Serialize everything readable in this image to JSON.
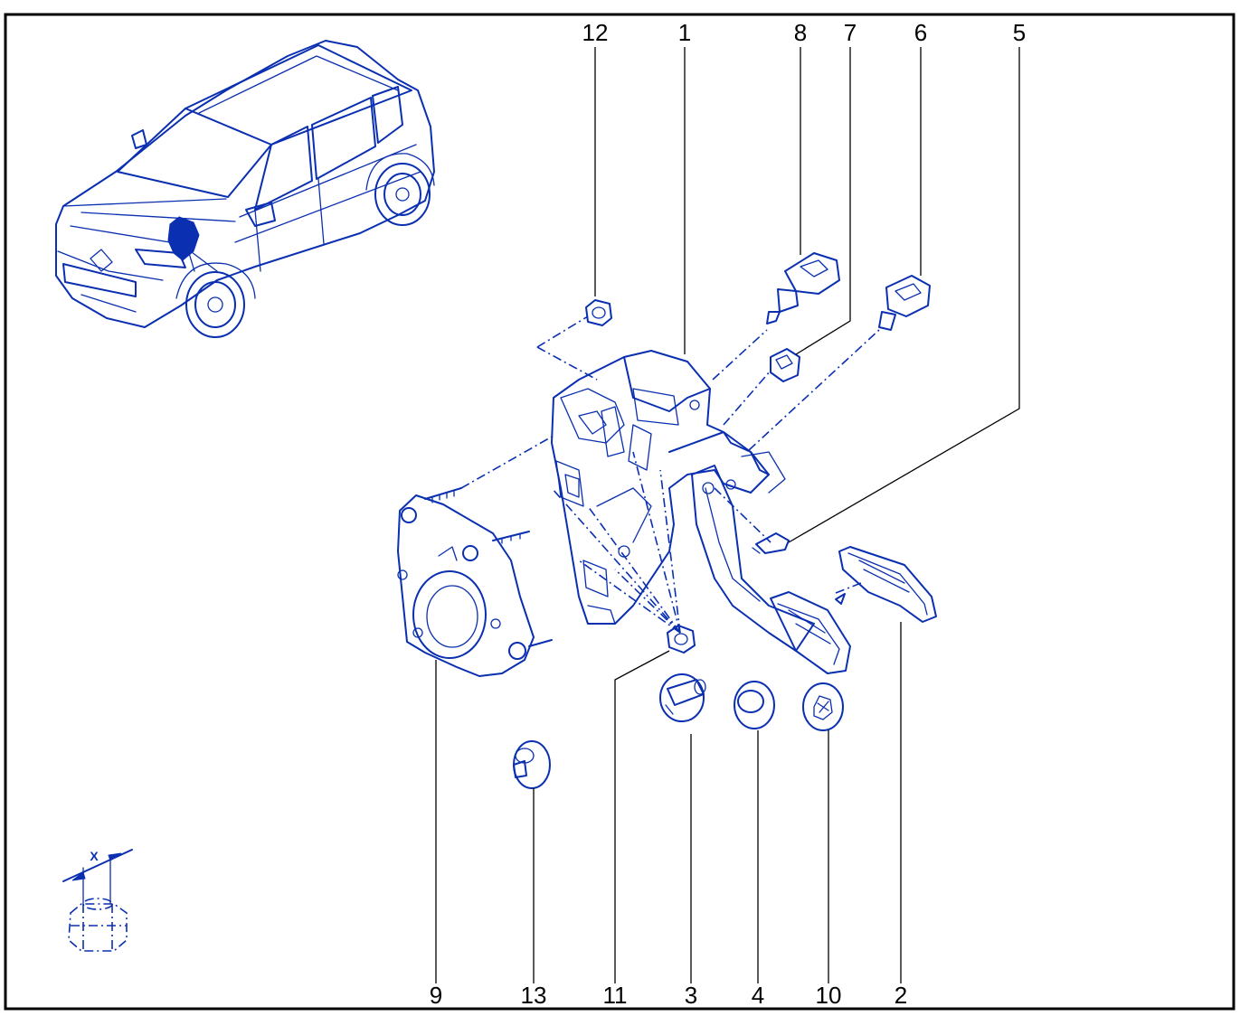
{
  "diagram": {
    "callouts_top": [
      {
        "id": "12",
        "label": "12"
      },
      {
        "id": "1",
        "label": "1"
      },
      {
        "id": "8",
        "label": "8"
      },
      {
        "id": "7",
        "label": "7"
      },
      {
        "id": "6",
        "label": "6"
      },
      {
        "id": "5",
        "label": "5"
      }
    ],
    "callouts_bottom": [
      {
        "id": "9",
        "label": "9"
      },
      {
        "id": "13",
        "label": "13"
      },
      {
        "id": "11",
        "label": "11"
      },
      {
        "id": "3",
        "label": "3"
      },
      {
        "id": "4",
        "label": "4"
      },
      {
        "id": "10",
        "label": "10"
      },
      {
        "id": "2",
        "label": "2"
      }
    ],
    "dimension_label": "X",
    "colors": {
      "line_art": "#0a2fb0",
      "frame": "#000000",
      "background": "#ffffff"
    }
  }
}
